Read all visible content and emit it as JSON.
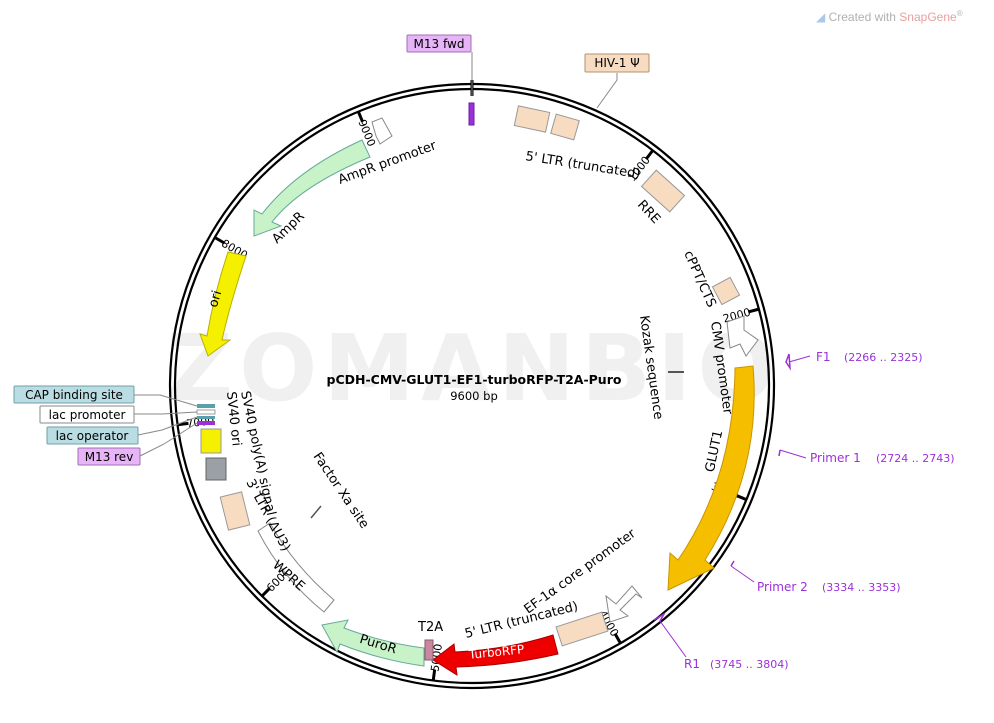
{
  "branding": {
    "prefix": "Created with",
    "product": "SnapGene",
    "mark": "®"
  },
  "watermark": "ZOMANBIO",
  "plasmid": {
    "name": "pCDH-CMV-GLUT1-EF1-turboRFP-T2A-Puro",
    "size_label": "9600 bp",
    "length_bp": 9600
  },
  "ticks": [
    {
      "bp": 1000,
      "label": "1000"
    },
    {
      "bp": 2000,
      "label": "2000"
    },
    {
      "bp": 3000,
      "label": "3000"
    },
    {
      "bp": 4000,
      "label": "4000"
    },
    {
      "bp": 5000,
      "label": "5000"
    },
    {
      "bp": 6000,
      "label": "6000"
    },
    {
      "bp": 7000,
      "label": "7000"
    },
    {
      "bp": 8000,
      "label": "8000"
    },
    {
      "bp": 9000,
      "label": "9000"
    }
  ],
  "features": [
    {
      "id": "ltr5",
      "label": "5' LTR (truncated)",
      "color": "#f8dcc2"
    },
    {
      "id": "rre",
      "label": "RRE",
      "color": "#f8dcc2"
    },
    {
      "id": "cppt",
      "label": "cPPT/CTS",
      "color": "#f8dcc2"
    },
    {
      "id": "cmv",
      "label": "CMV promoter",
      "color": "#ffffff"
    },
    {
      "id": "kozak",
      "label": "Kozak sequence",
      "color": "#555555"
    },
    {
      "id": "glut1",
      "label": "GLUT1",
      "color": "#f5bf00"
    },
    {
      "id": "ef1a",
      "label": "EF-1α core promoter",
      "color": "#ffffff"
    },
    {
      "id": "ltr5b",
      "label": "5' LTR (truncated)",
      "color": "#f8dcc2"
    },
    {
      "id": "turborfp",
      "label": "TurboRFP",
      "color": "#ee0000"
    },
    {
      "id": "t2a",
      "label": "T2A",
      "color": "#c9889e"
    },
    {
      "id": "puror",
      "label": "PuroR",
      "color": "#c8f2c8"
    },
    {
      "id": "wpre",
      "label": "WPRE",
      "color": "#ffffff"
    },
    {
      "id": "ltr3",
      "label": "3' LTR (ΔU3)",
      "color": "#f8dcc2"
    },
    {
      "id": "sv40pa",
      "label": "SV40 poly(A) signal",
      "color": "#9aa0a6"
    },
    {
      "id": "sv40ori",
      "label": "SV40 ori",
      "color": "#f5f000"
    },
    {
      "id": "factorxa",
      "label": "Factor Xa site",
      "color": "#555555"
    },
    {
      "id": "ori",
      "label": "ori",
      "color": "#f5f000"
    },
    {
      "id": "ampr",
      "label": "AmpR",
      "color": "#c8f2c8"
    },
    {
      "id": "amprprom",
      "label": "AmpR promoter",
      "color": "#ffffff"
    },
    {
      "id": "hiv1psi",
      "label": "HIV-1 Ψ",
      "color": "#f8dcc2"
    }
  ],
  "outside_labels": [
    {
      "id": "m13fwd",
      "label": "M13 fwd",
      "color": "#e7b5f7"
    },
    {
      "id": "hiv1psi",
      "label": "HIV-1 Ψ",
      "color": "#f8dcc2"
    },
    {
      "id": "cap",
      "label": "CAP binding site",
      "color": "#b9dde3"
    },
    {
      "id": "lacprom",
      "label": "lac promoter",
      "color": "#ffffff"
    },
    {
      "id": "lacop",
      "label": "lac operator",
      "color": "#b9dde3"
    },
    {
      "id": "m13rev",
      "label": "M13 rev",
      "color": "#e7b5f7"
    }
  ],
  "primers": [
    {
      "name": "F1",
      "range": "(2266 .. 2325)"
    },
    {
      "name": "Primer 1",
      "range": "(2724 .. 2743)"
    },
    {
      "name": "Primer 2",
      "range": "(3334 .. 3353)"
    },
    {
      "name": "R1",
      "range": "(3745 .. 3804)"
    }
  ],
  "colors": {
    "primer": "#9b30d9",
    "backbone": "#000000"
  }
}
